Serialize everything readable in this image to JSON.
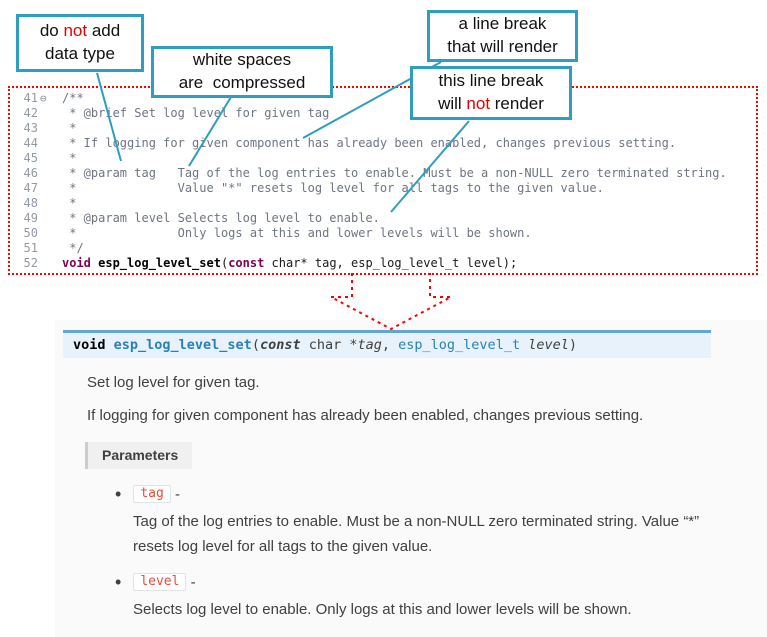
{
  "colors": {
    "accent_teal": "#2f9dbd",
    "annotation_red": "#ff0000",
    "keyword_maroon": "#7f0055",
    "link_blue": "#2980b9",
    "literal_red": "#e74c3c"
  },
  "callouts": {
    "no_datatype": {
      "l1a": "do ",
      "l1b": "not",
      "l1c": " add",
      "l2": "data type"
    },
    "whitespace": {
      "l1": "white spaces",
      "l2": "are  compressed"
    },
    "break_render": {
      "l1": "a line break",
      "l2": "that will render"
    },
    "break_norender": {
      "l1": "this line break",
      "l2a": "will ",
      "l2b": "not",
      "l2c": " render"
    }
  },
  "editor": {
    "fold_icon": "⊖",
    "lines": [
      {
        "num": "41",
        "text": "/**"
      },
      {
        "num": "42",
        "text": " * @brief Set log level for given tag"
      },
      {
        "num": "43",
        "text": " *"
      },
      {
        "num": "44",
        "text": " * If logging for given component has already been enabled, changes previous setting."
      },
      {
        "num": "45",
        "text": " *"
      },
      {
        "num": "46",
        "text": " * @param tag   Tag of the log entries to enable. Must be a non-NULL zero terminated string."
      },
      {
        "num": "47",
        "text": " *              Value \"*\" resets log level for all tags to the given value."
      },
      {
        "num": "48",
        "text": " *"
      },
      {
        "num": "49",
        "text": " * @param level Selects log level to enable."
      },
      {
        "num": "50",
        "text": " *              Only logs at this and lower levels will be shown."
      },
      {
        "num": "51",
        "text": " */"
      }
    ],
    "line52": {
      "num": "52",
      "kw1": "void ",
      "name": "esp_log_level_set",
      "p1": "(",
      "kw2": "const",
      "rest": " char* tag, esp_log_level_t level);"
    }
  },
  "docs": {
    "signature": {
      "kw_void": "void ",
      "name": "esp_log_level_set",
      "p_open": "(",
      "kw_const": "const",
      "type_char": " char *",
      "arg1": "tag",
      "comma": ", ",
      "type2": "esp_log_level_t ",
      "arg2": "level",
      "p_close": ")"
    },
    "para1": "Set log level for given tag.",
    "para2": "If logging for given component has already been enabled, changes previous setting.",
    "parameters_label": "Parameters",
    "bullet": "•",
    "params": [
      {
        "name": "tag",
        "sep": " -",
        "desc": "Tag of the log entries to enable. Must be a non-NULL zero terminated string. Value “*” resets log level for all tags to the given value."
      },
      {
        "name": "level",
        "sep": " -",
        "desc": "Selects log level to enable. Only logs at this and lower levels will be shown."
      }
    ]
  }
}
